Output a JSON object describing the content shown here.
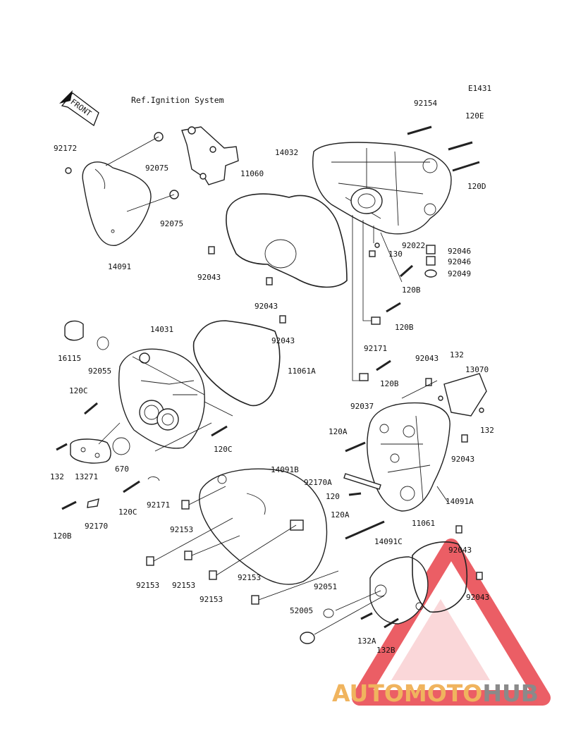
{
  "diagram": {
    "code": "E1431",
    "ref_note": "Ref.Ignition System",
    "front_label": "FRONT",
    "parts": {
      "p92154": "92154",
      "p120E": "120E",
      "p14032": "14032",
      "p120D": "120D",
      "p92172": "92172",
      "p92075a": "92075",
      "p92075b": "92075",
      "p11060": "11060",
      "p14091": "14091",
      "p92043a": "92043",
      "p92043b": "92043",
      "p92022": "92022",
      "p130": "130",
      "p92046a": "92046",
      "p92046b": "92046",
      "p92049": "92049",
      "p120Ba": "120B",
      "p120Bb": "120B",
      "p120Bc": "120B",
      "p14031": "14031",
      "p92043c": "92043",
      "p16115": "16115",
      "p92055": "92055",
      "p11061A": "11061A",
      "p92171a": "92171",
      "p120Ca": "120C",
      "p92043d": "92043",
      "p132a": "132",
      "p13070": "13070",
      "p92037": "92037",
      "p132b": "132",
      "p120A_a": "120A",
      "p120Cb": "120C",
      "p132c": "132",
      "p13271": "13271",
      "p670": "670",
      "p92043e": "92043",
      "p14091B": "14091B",
      "p92170A": "92170A",
      "p120": "120",
      "p14091A": "14091A",
      "p120Cc": "120C",
      "p92171b": "92171",
      "p120Bd": "120B",
      "p92170": "92170",
      "p92153a": "92153",
      "p120A_b": "120A",
      "p11061": "11061",
      "p14091C": "14091C",
      "p92043f": "92043",
      "p92153b": "92153",
      "p92153c": "92153",
      "p92153d": "92153",
      "p92153e": "92153",
      "p92051": "92051",
      "p52005": "52005",
      "p92043g": "92043",
      "p132A": "132A",
      "p132B": "132B"
    }
  },
  "watermark": {
    "part1": "AUTOMOTO",
    "part2": "HUB",
    "color_orange": "#f0b45e",
    "color_red": "#e8434b",
    "color_gray": "#8a8a8a"
  }
}
